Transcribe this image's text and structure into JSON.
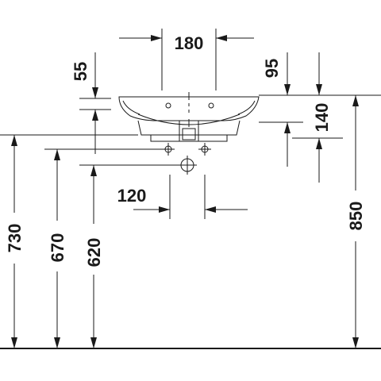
{
  "drawing": {
    "dimensions": {
      "faucet_hole_spacing": "180",
      "basin_rim_thickness": "55",
      "rear_offset": "95",
      "basin_height": "140",
      "drain_spacing": "120",
      "height_730": "730",
      "height_670": "670",
      "height_620": "620",
      "rim_height": "850"
    }
  }
}
